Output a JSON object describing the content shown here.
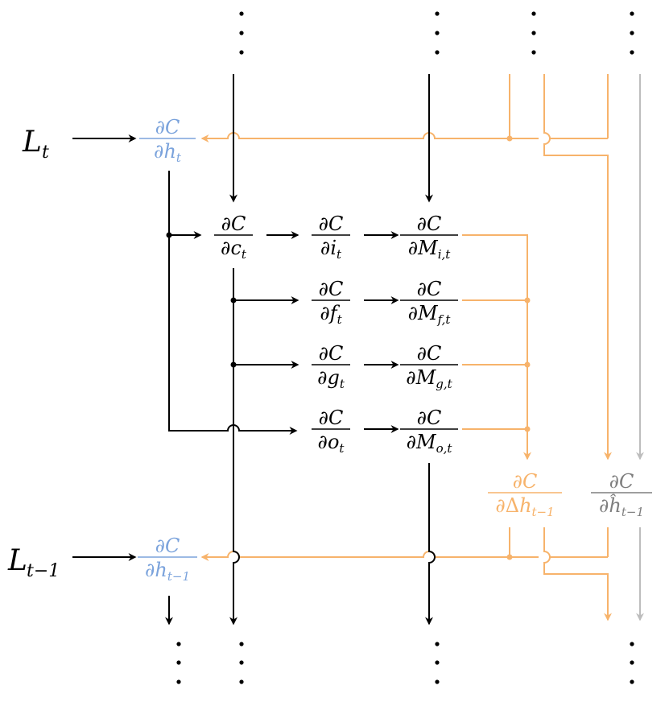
{
  "colors": {
    "black": "#000000",
    "orange": "#f7b36b",
    "blue": "#7ba3dc",
    "gray": "#bdbdbd",
    "gray_text": "#7f7f7f"
  },
  "symbols": {
    "partial": "∂",
    "cost": "C",
    "delta": "Δ",
    "vdots": "⋮"
  },
  "inputs": {
    "top": {
      "main": "L",
      "sub": "t"
    },
    "bottom": {
      "main": "L",
      "sub": "t−1"
    }
  },
  "nodes": {
    "dh_t": {
      "var": "h",
      "sub": "t"
    },
    "dc_t": {
      "var": "c",
      "sub": "t"
    },
    "di_t": {
      "var": "i",
      "sub": "t"
    },
    "df_t": {
      "var": "f",
      "sub": "t"
    },
    "dg_t": {
      "var": "g",
      "sub": "t"
    },
    "do_t": {
      "var": "o",
      "sub": "t"
    },
    "dM_i": {
      "var": "M",
      "sub": "i,t"
    },
    "dM_f": {
      "var": "M",
      "sub": "f,t"
    },
    "dM_g": {
      "var": "M",
      "sub": "g,t"
    },
    "dM_o": {
      "var": "M",
      "sub": "o,t"
    },
    "d_delta_h": {
      "var": "h",
      "sub": "t−1"
    },
    "d_hhat": {
      "var": "ĥ",
      "sub": "t−1"
    },
    "dh_tm1": {
      "var": "h",
      "sub": "t−1"
    }
  }
}
